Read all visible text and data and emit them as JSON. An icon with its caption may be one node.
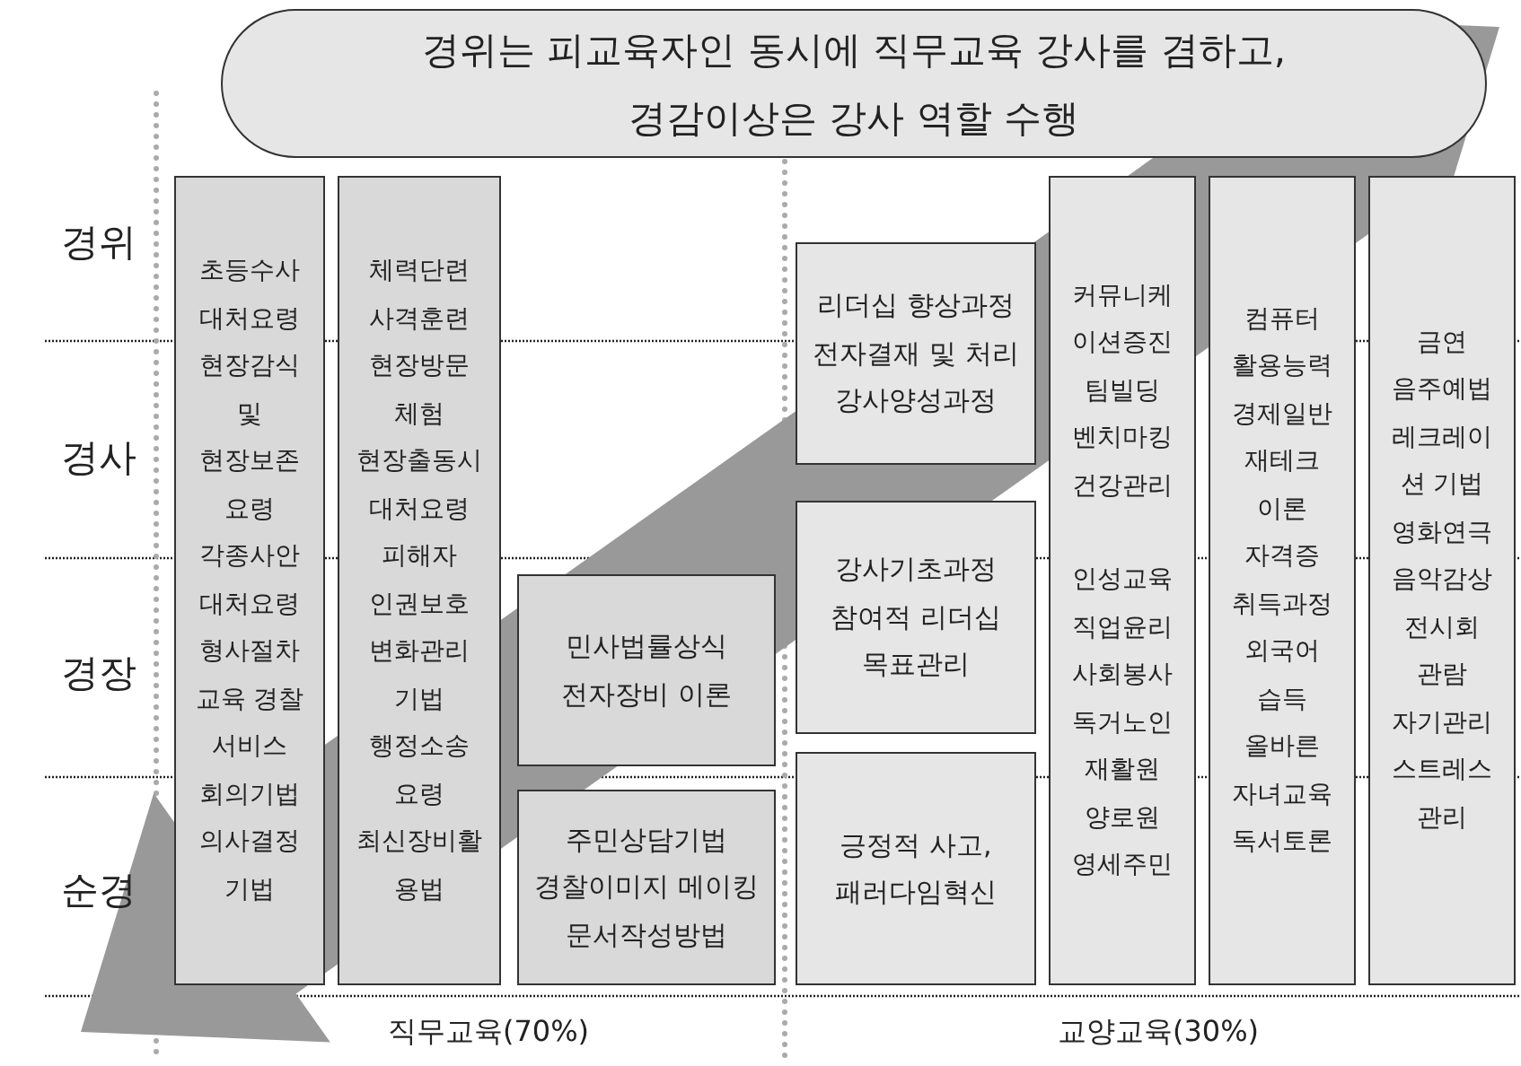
{
  "diagram": {
    "nodes": [
      {
        "text": [
          "경위는 피교육자인 동시에 직무교육 강사를 겸하고, 경감이상은 강사 역할 수행"
        ]
      },
      {
        "text": [
          "초등수사 대처요령 현장감식 및 현장보존 요령 각종사안 대처요령 형사절차 교육 경찰 서비스 회의기법 의사결정 기법"
        ]
      },
      {
        "text": [
          "체력단련 사격훈련 현장방문 체험 현장출동시 대처요령 피해자 인권보호 변화관리 기법 행정소송 요령 최신장비활 용법"
        ]
      },
      {
        "text": [
          "민사법률상식 전자장비 이론"
        ]
      },
      {
        "text": [
          "주민상담기법 경찰이미지 메이킹 문서작성방법"
        ]
      },
      {
        "text": [
          "리더십 향상과정 전자결재 및 처리 강사양성과정"
        ]
      },
      {
        "text": [
          "강사기초과정 참여적 리더십 목표관리"
        ]
      },
      {
        "text": [
          "긍정적 사고, 패러다임혁신"
        ]
      },
      {
        "text": [
          "커뮤니케 이션증진 팀빌딩 벤치마킹 건강관리",
          "인성교육 직업윤리 사회봉사 독거노인 재활원 양로원 영세주민"
        ]
      },
      {
        "text": [
          "컴퓨터 활용능력 경제일반 재테크 이론 자격증 취득과정 외국어 습득 올바른 자녀교육 독서토론"
        ]
      },
      {
        "text": [
          "금연 음주예법 레크레이 션 기법 영화연극 음악감상 전시회 관람 자기관리 스트레스 관리"
        ]
      }
    ],
    "labels": [
      "경위",
      "경사",
      "경장",
      "순경",
      "직무교육(70%)",
      "교양교육(30%)"
    ]
  }
}
